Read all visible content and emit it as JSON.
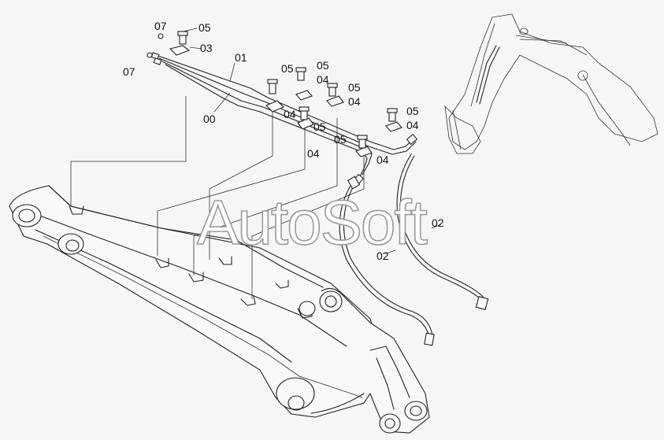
{
  "watermark": "AutoSoft",
  "labels": {
    "l07a": "07",
    "l07b": "07",
    "l05a": "05",
    "l03": "03",
    "l01": "01",
    "l00": "00",
    "l05b": "05",
    "l05c": "05",
    "l04a": "04",
    "l05d": "05",
    "l04b": "04",
    "l04c": "04",
    "l05e": "05",
    "l04d": "04",
    "l05f": "05",
    "l04e": "04",
    "l05g": "05",
    "l04f": "04",
    "l02a": "02",
    "l02b": "02"
  }
}
